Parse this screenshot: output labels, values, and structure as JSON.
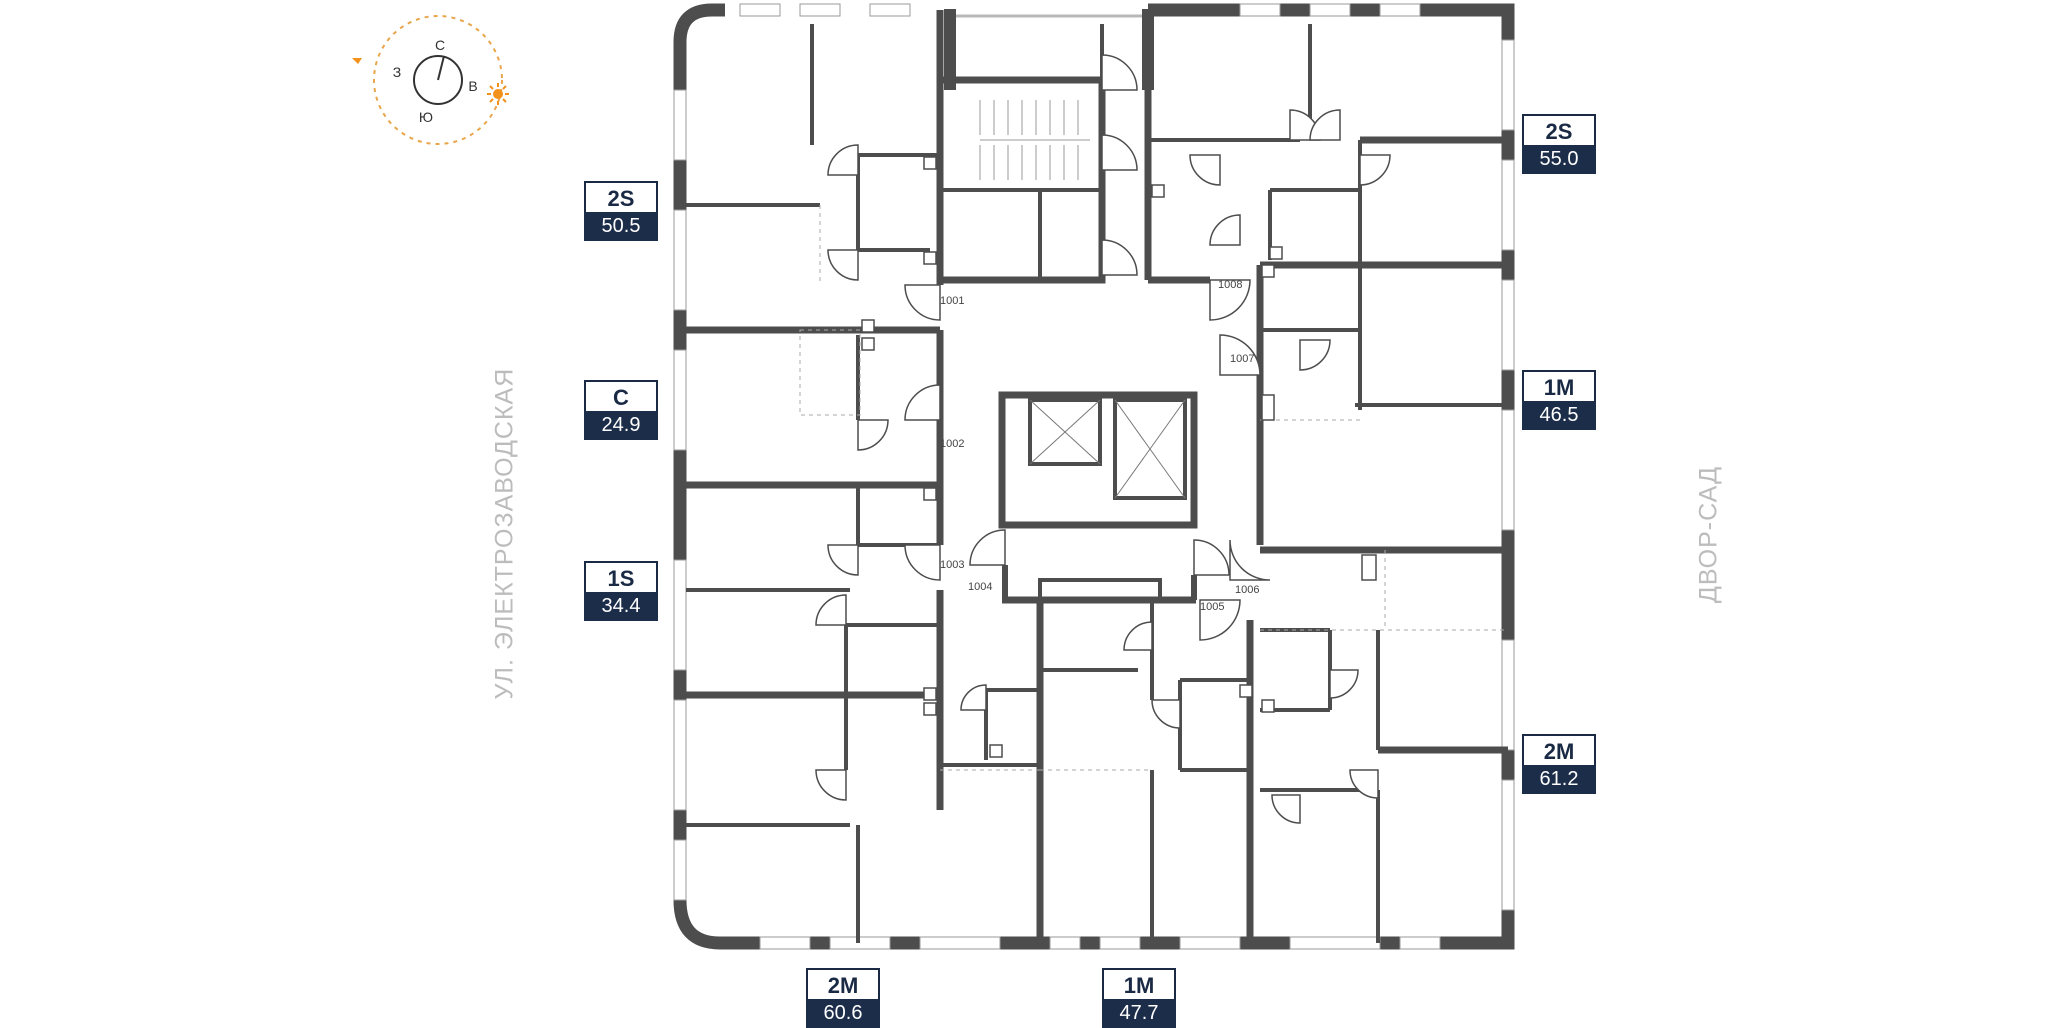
{
  "compass": {
    "north": "С",
    "west": "З",
    "east": "В",
    "south": "Ю",
    "sun_color": "#f2921d",
    "arc_color": "#e9a54a"
  },
  "streets": {
    "left": "УЛ. ЭЛЕКТРОЗАВОДСКАЯ",
    "right": "ДВОР-САД"
  },
  "apartment_numbers": [
    "1001",
    "1002",
    "1003",
    "1004",
    "1005",
    "1006",
    "1007",
    "1008"
  ],
  "badges": [
    {
      "type": "2S",
      "area": "50.5"
    },
    {
      "type": "С",
      "area": "24.9"
    },
    {
      "type": "1S",
      "area": "34.4"
    },
    {
      "type": "2M",
      "area": "60.6"
    },
    {
      "type": "1M",
      "area": "47.7"
    },
    {
      "type": "2S",
      "area": "55.0"
    },
    {
      "type": "1M",
      "area": "46.5"
    },
    {
      "type": "2M",
      "area": "61.2"
    }
  ],
  "colors": {
    "wall": "#4d4d4d",
    "badge_dark": "#1c2d4a",
    "street_text": "#bcbcbc"
  }
}
